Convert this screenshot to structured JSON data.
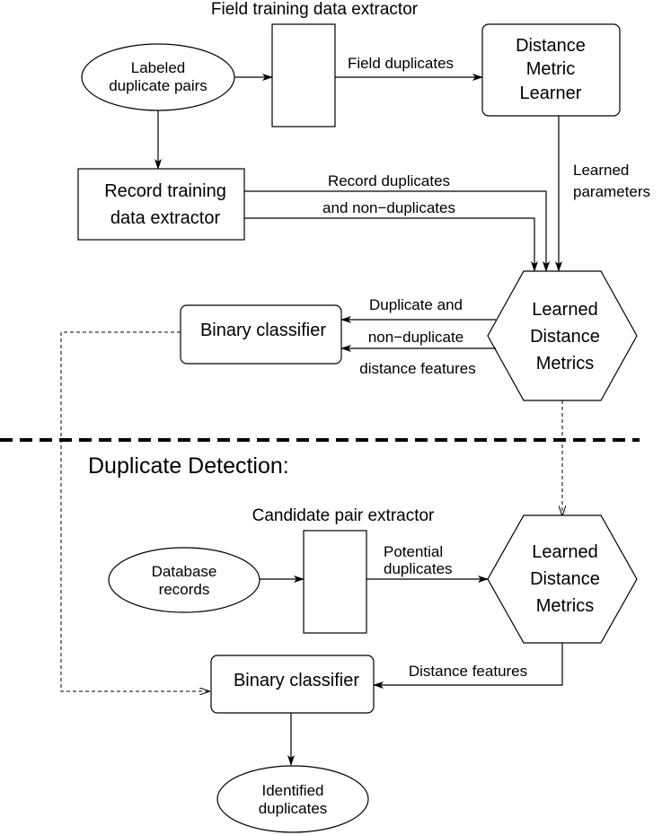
{
  "training": {
    "field_extractor_label": "Field training data extractor",
    "labeled_pairs": [
      "Labeled",
      "duplicate pairs"
    ],
    "field_duplicates": "Field duplicates",
    "distance_metric_learner": [
      "Distance",
      "Metric",
      "Learner"
    ],
    "learned_parameters": [
      "Learned",
      "parameters"
    ],
    "record_extractor": [
      "Record training",
      "data extractor"
    ],
    "record_duplicates": [
      "Record duplicates",
      "and non−duplicates"
    ],
    "binary_classifier": "Binary classifier",
    "distance_features": [
      "Duplicate and",
      "non−duplicate",
      "distance features"
    ],
    "learned_metrics": [
      "Learned",
      "Distance",
      "Metrics"
    ]
  },
  "detection": {
    "heading": "Duplicate Detection:",
    "candidate_extractor_label": "Candidate pair extractor",
    "database_records": [
      "Database",
      "records"
    ],
    "potential_duplicates": [
      "Potential",
      "duplicates"
    ],
    "learned_metrics": [
      "Learned",
      "Distance",
      "Metrics"
    ],
    "distance_features": "Distance features",
    "binary_classifier": "Binary classifier",
    "identified_duplicates": [
      "Identified",
      "duplicates"
    ]
  }
}
